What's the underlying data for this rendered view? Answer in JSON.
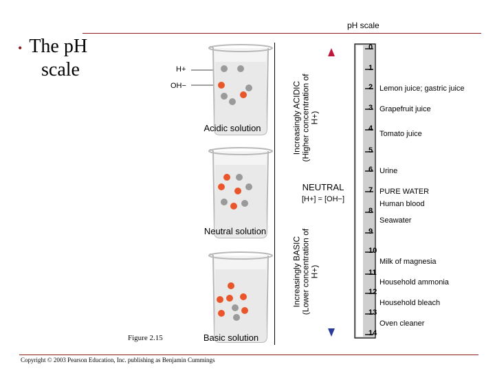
{
  "slide": {
    "header": "pH scale",
    "bullet": [
      "The pH",
      "scale"
    ],
    "figure_label": "Figure 2.15",
    "copyright": "Copyright © 2003 Pearson Education, Inc. publishing as Benjamin Cummings"
  },
  "legend": {
    "h": "H+",
    "oh": "OH−"
  },
  "beakers": [
    {
      "label": "Acidic solution"
    },
    {
      "label": "Neutral solution"
    },
    {
      "label": "Basic solution"
    }
  ],
  "arrows": {
    "acid_line1": "Increasingly ACIDIC",
    "acid_line2": "(Higher concentration of",
    "acid_line3": "H+)",
    "base_line1": "Increasingly BASIC",
    "base_line2": "(Lower concentration of",
    "base_line3": "H+)",
    "neutral_line1": "NEUTRAL",
    "neutral_line2": "[H+] = [OH−]"
  },
  "scale": {
    "numbers": [
      "0",
      "1",
      "2",
      "3",
      "4",
      "5",
      "6",
      "7",
      "8",
      "9",
      "10",
      "11",
      "12",
      "13",
      "14"
    ]
  },
  "samples": [
    {
      "text": "Lemon juice; gastric juice"
    },
    {
      "text": "Grapefruit juice"
    },
    {
      "text": "Tomato juice"
    },
    {
      "text": "Urine"
    },
    {
      "text": "PURE WATER"
    },
    {
      "text": "Human blood"
    },
    {
      "text": "Seawater"
    },
    {
      "text": "Milk of magnesia"
    },
    {
      "text": "Household ammonia"
    },
    {
      "text": "Household bleach"
    },
    {
      "text": "Oven cleaner"
    }
  ],
  "colors": {
    "accent": "#8b1a1a",
    "ion_red": "#e8562a",
    "ion_gray": "#9a9a9a",
    "arrow_acid": "#c0163b",
    "arrow_base": "#2a3a9a",
    "scale_bar": "#1a1a1a"
  }
}
